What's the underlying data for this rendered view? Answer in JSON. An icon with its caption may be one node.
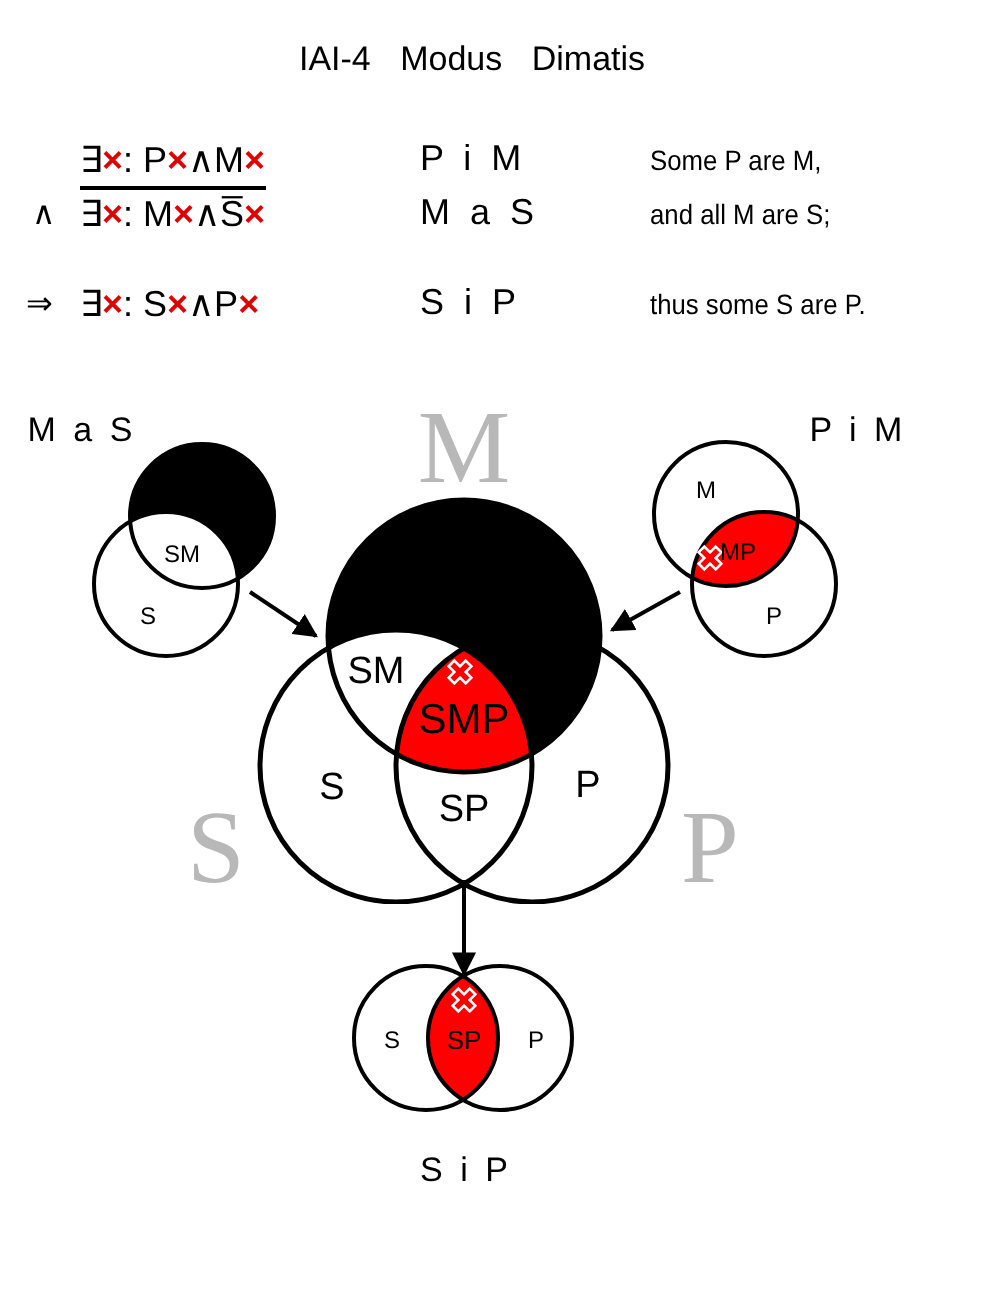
{
  "diagram": {
    "title": "IAI-4 Modus Dimatis",
    "nodes": [
      {
        "text": [
          "M a S",
          "SM",
          "S"
        ]
      },
      {
        "text": [
          "P i M",
          "M",
          "MP",
          "P"
        ]
      },
      {
        "text": [
          "M",
          "SM",
          "SMP",
          "S",
          "SP",
          "P",
          "S",
          "P"
        ]
      },
      {
        "text": [
          "S",
          "SP",
          "P",
          "S i P"
        ]
      }
    ],
    "edges": [
      {
        "from": 0,
        "to": 2,
        "arrow": "to"
      },
      {
        "from": 1,
        "to": 2,
        "arrow": "to"
      },
      {
        "from": 2,
        "to": 3,
        "arrow": "to"
      }
    ],
    "labels": [
      "∃×: P×∧M×",
      "P i M",
      "Some P are M,",
      "∧",
      "∃×: M×∧S̅×",
      "M a S",
      "and all M are S;",
      "⇒",
      "∃×: S×∧P×",
      "S i P",
      "thus some S are P."
    ]
  }
}
